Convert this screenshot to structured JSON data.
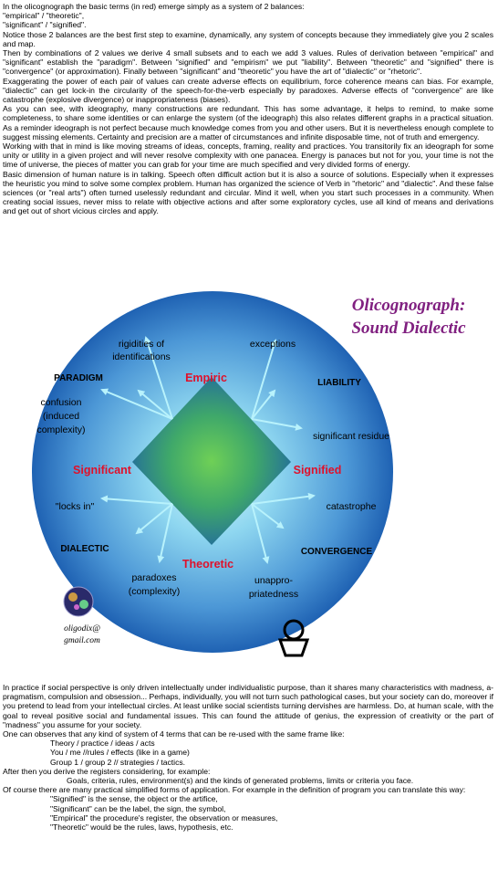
{
  "top_paragraphs": [
    "In the olicognograph the basic terms (in red) emerge simply as a system of 2 balances:",
    "\"empirical\" / \"theoretic\",",
    "\"significant\" / \"signified\".",
    "Notice those 2 balances are the best first step to examine, dynamically, any system of concepts because they immediately give you 2 scales and map.",
    "Then by combinations of 2 values we derive 4 small subsets and to each we add 3 values. Rules of derivation between \"empirical\" and \"significant\" establish the \"paradigm\". Between \"signified\" and \"empirism\" we put \"liability\". Between \"theoretic\" and \"signified\" there is \"convergence\" (or approximation). Finally between \"significant\" and \"theoretic\" you have the art of \"dialectic\" or \"rhetoric\".",
    "Exaggerating the power of each pair of values can create adverse effects on equilibrium, force coherence means can bias. For example, \"dialectic\" can get lock-in the circularity of the speech-for-the-verb especially by paradoxes. Adverse effects of \"convergence\" are like catastrophe (explosive divergence) or inappropriateness (biases).",
    " As you can see, with ideography, many constructions are redundant. This has some advantage, it helps to remind, to make some completeness, to share some identities or can enlarge the system (of the ideograph) this also relates different graphs in a practical situation. As a reminder ideograph is not perfect because much knowledge comes from you and other users. But it is nevertheless enough complete to suggest missing elements.  Certainty and precision are a matter of circumstances and infinite disposable time, not of truth and emergency.",
    "Working with that in mind is like moving streams of ideas, concepts, framing, reality and practices. You transitorily fix an ideograph for some unity or utility in a given project and will never resolve complexity with one panacea. Energy is panaces but not for you, your time is not the time of universe, the pieces of matter you can grab for your time are much specified and very divided forms of energy.",
    "Basic dimension of human nature is in talking. Speech often difficult action but it is also a source of solutions. Especially when it expresses the heuristic you mind to solve some complex problem. Human has organized the science of Verb in \"rhetoric\" and \"dialectic\". And these false sciences (or \"real arts\") often turned uselessly redundant and circular. Mind it well, when you start such processes in a community. When creating social issues, never miss to relate with objective actions and after some exploratory cycles, use all kind of means and derivations and get out of short vicious circles and apply."
  ],
  "diagram": {
    "title_line1": "Olicognograph:",
    "title_line2": "Sound Dialectic",
    "terms": {
      "top": "Empiric",
      "left": "Significant",
      "right": "Signified",
      "bottom": "Theoretic"
    },
    "corners": {
      "top_left": "PARADIGM",
      "top_right": "LIABILITY",
      "bottom_left": "DIALECTIC",
      "bottom_right": "CONVERGENCE"
    },
    "values": {
      "rigidities_1": "rigidities of",
      "rigidities_2": "identifications",
      "exceptions": "exceptions",
      "confusion_1": "confusion",
      "confusion_2": "(induced",
      "confusion_3": "complexity)",
      "residue": "significant residue",
      "locks": "\"locks in\"",
      "catastrophe": "catastrophe",
      "paradoxes_1": "paradoxes",
      "paradoxes_2": "(complexity)",
      "unappro_1": "unappro-",
      "unappro_2": "priatedness"
    },
    "contact_1": "oligodix@",
    "contact_2": "gmail.com",
    "colors": {
      "red": "#e0102a",
      "circle_outer": "#1f62b3",
      "circle_inner": "#8fd7f0",
      "diamond_center": "#5dc65a",
      "diamond_edge": "#1c5ea8",
      "arrows": "#8ee6f7",
      "title": "#802080"
    }
  },
  "bottom": {
    "p1": "In practice if social perspective is only driven intellectually under individualistic purpose, than it shares many characteristics with madness, a-pragmatism, compulsion and obsession... Perhaps, individually, you will not turn such pathological cases, but your society can do, moreover if you pretend to lead from your intellectual circles. At least unlike social scientists turning dervishes are harmless. Do, at human scale, with the goal to reveal positive social and fundamental issues. This can found the attitude of genius, the expression of creativity or the part of \"madness\" you assume for your society.",
    "p2": "One can observes that any kind of system of 4 terms that can be re-used with the same frame like:",
    "ex1": "Theory / practice / ideas / acts",
    "ex2": "You / me  //rules / effects (like in a game)",
    "ex3": "Group 1 / group 2 // strategies / tactics.",
    "p3": "After then you derive the registers considering, for example:",
    "ex4": "Goals, criteria, rules, environment(s) and the kinds of generated problems, limits or criteria you face.",
    "p4": "Of course there are many practical simplified forms of application. For example in the definition of program you can translate this way:",
    "def1": "\"Signified\" is the sense, the object or the artifice,",
    "def2": "\"Significant\" can be the label, the sign, the symbol,",
    "def3": "\"Empirical\" the procedure's register, the observation or measures,",
    "def4": "\"Theoretic\" would be the rules, laws, hypothesis, etc."
  }
}
